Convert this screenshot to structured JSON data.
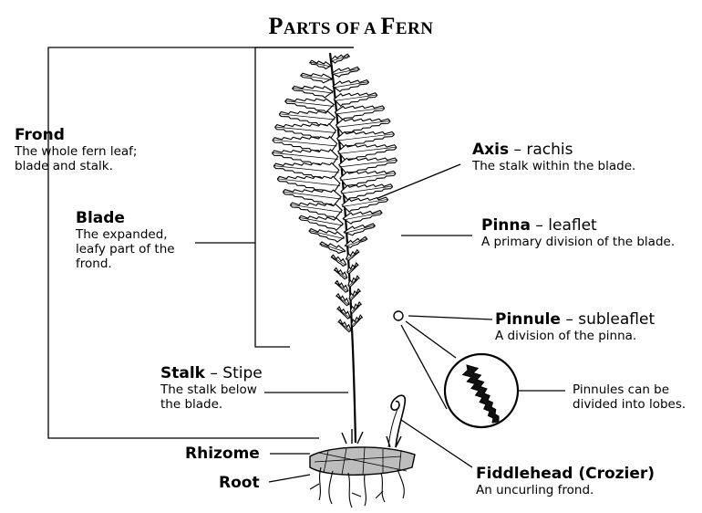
{
  "title": {
    "big_p": "P",
    "small_1": "ARTS OF A ",
    "big_f": "F",
    "small_2": "ERN"
  },
  "labels": {
    "frond": {
      "term": "Frond",
      "desc": [
        "The whole fern leaf;",
        "blade and stalk."
      ]
    },
    "blade": {
      "term": "Blade",
      "desc": [
        "The expanded,",
        "leafy part of the",
        "frond."
      ]
    },
    "axis": {
      "term": "Axis",
      "synonym": " – rachis",
      "desc": [
        "The stalk within the blade."
      ]
    },
    "pinna": {
      "term": "Pinna",
      "synonym": " – leaflet",
      "desc": [
        "A primary division of the blade."
      ]
    },
    "pinnule": {
      "term": "Pinnule",
      "synonym": " – subleaflet",
      "desc": [
        "A division of the pinna."
      ]
    },
    "pinnule_note": {
      "desc": [
        "Pinnules can be",
        "divided into lobes."
      ]
    },
    "stalk": {
      "term": "Stalk",
      "synonym": " – Stipe",
      "desc": [
        "The stalk below",
        "the blade."
      ]
    },
    "rhizome": {
      "term": "Rhizome"
    },
    "root": {
      "term": "Root"
    },
    "fiddlehead": {
      "term": "Fiddlehead (Crozier)",
      "desc": [
        "An uncurling frond."
      ]
    }
  }
}
